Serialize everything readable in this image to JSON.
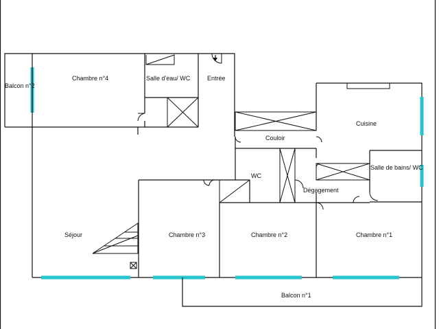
{
  "plan": {
    "rooms": {
      "balcon2": "Balcon n°2",
      "chambre4": "Chambre n°4",
      "salle_eau": "Salle d'eau/ WC",
      "entree": "Entrée",
      "couloir": "Couloir",
      "cuisine": "Cuisine",
      "salle_bains": "Salle de bains/ WC",
      "wc": "WC",
      "degagement": "Dégagement",
      "sejour": "Séjour",
      "chambre3": "Chambre n°3",
      "chambre2": "Chambre n°2",
      "chambre1": "Chambre n°1",
      "balcon1": "Balcon n°1"
    },
    "window_color": "#27c3cf",
    "wall_color": "#111111"
  }
}
